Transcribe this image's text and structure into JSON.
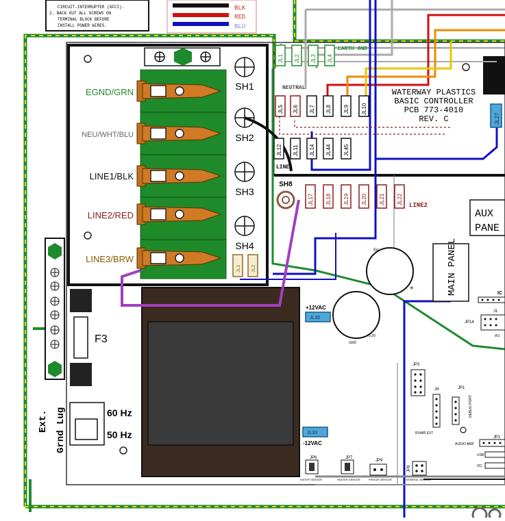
{
  "notes": {
    "line1": "CIRCUIT-INTERRUPTER (GFCI).",
    "line2": "2.  BACK OUT ALL SCREWS ON",
    "line3": "TERMINAL BLOCK BEFORE",
    "line4": "INSTALL POWER WIRES."
  },
  "legend": {
    "blk": "BLK",
    "red": "RED",
    "blu": "BLU"
  },
  "terminal_rows": [
    {
      "label": "EGND/GRN",
      "color": "#1e8a2e"
    },
    {
      "label": "NEU/WHT/BLU",
      "color": "#666666"
    },
    {
      "label": "LINE1/BLK",
      "color": "#111111"
    },
    {
      "label": "LINE2/RED",
      "color": "#8b1a1a"
    },
    {
      "label": "LINE3/BRW",
      "color": "#8b5a00"
    }
  ],
  "screws": [
    "SH1",
    "SH2",
    "SH3",
    "SH4"
  ],
  "sh8": "SH8",
  "earth_gnd": "EARTH GND",
  "neutral": "NEUTRAL",
  "line1_lbl": "LINE1",
  "line2_lbl": "LINE2",
  "board": {
    "title1": "WATERWAY PLASTICS",
    "title2": "BASIC CONTROLLER",
    "title3": "PCB 773-4010",
    "title4": "REV. C"
  },
  "jl_top": [
    "JL1",
    "JL2",
    "JL3",
    "JL4"
  ],
  "jl_mid": [
    "JL5",
    "JL6",
    "JL7",
    "JL8",
    "JL9",
    "JL10"
  ],
  "jl_row3": [
    "JL12",
    "JL11",
    "JL14",
    "JL44",
    "JL45"
  ],
  "jl_row4": [
    "JL17",
    "JL18",
    "JL19",
    "JL20",
    "JL21",
    "JL22"
  ],
  "sh_small": [
    "JL1",
    "JL2"
  ],
  "jl27": "JL27",
  "jl32": "JL32",
  "jl33": "JL33",
  "vac_pos": "+12VAC",
  "vac_neg": "-12VAC",
  "fuse": "F3",
  "hz60": "60 Hz",
  "hz50": "50 Hz",
  "ext1": "Ext.",
  "ext2": "Grnd Lug",
  "aux1": "AUX",
  "aux2": "PANE",
  "main_panel": "MAIN PANEL",
  "small": {
    "v5": "5V",
    "gnd": "GND",
    "v33": "+3.3V",
    "jp3": "JP3",
    "j4": "J4",
    "jp1": "JP1",
    "debug": "DEBUG PORT",
    "rs485": "RS485 EXT",
    "jp14": "JP14",
    "j1": "J1",
    "ic": "IC",
    "w1": "W1",
    "audio": "AUDIO AMP",
    "jp1b": "JP1",
    "usb": "USB",
    "i2c": "I2C",
    "jp6": "JP6",
    "jp7": "JP7",
    "jp9": "JP9",
    "jp8": "JP8",
    "s1": "WATER SENSOR",
    "s2": "HEATER SENSOR",
    "s3": "FREEZE SENSOR",
    "s4": "GENERAL SENSOR"
  }
}
